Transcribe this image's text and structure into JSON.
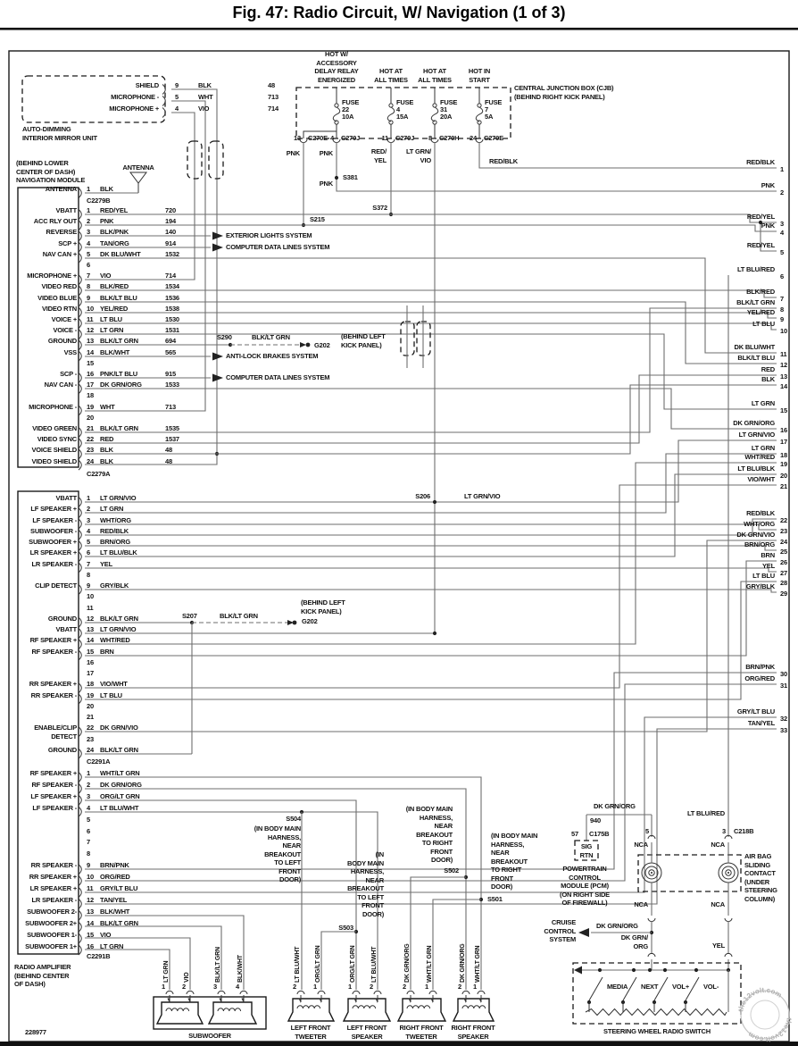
{
  "title": "Fig. 47: Radio Circuit, W/ Navigation (1 of 3)",
  "doc_number": "228977",
  "watermark": "the12volt.com",
  "mirror": {
    "label": "AUTO-DIMMING\nINTERIOR MIRROR UNIT",
    "pins": [
      {
        "label": "SHIELD",
        "pin": "9",
        "wire": "BLK",
        "circuit": "48"
      },
      {
        "label": "MICROPHONE -",
        "pin": "5",
        "wire": "WHT",
        "circuit": "713"
      },
      {
        "label": "MICROPHONE +",
        "pin": "4",
        "wire": "VIO",
        "circuit": "714"
      }
    ]
  },
  "antenna_label": "ANTENNA",
  "cjb": {
    "label": "CENTRAL JUNCTION BOX (CJB)\n(BEHIND RIGHT KICK PANEL)",
    "feeds": [
      {
        "header": "HOT W/\nACCESSORY\nDELAY RELAY\nENERGIZED",
        "fuse": "FUSE",
        "num": "22",
        "amps": "10A"
      },
      {
        "header": "HOT AT\nALL TIMES",
        "fuse": "FUSE",
        "num": "4",
        "amps": "15A"
      },
      {
        "header": "HOT AT\nALL TIMES",
        "fuse": "FUSE",
        "num": "31",
        "amps": "20A"
      },
      {
        "header": "HOT IN\nSTART",
        "fuse": "FUSE",
        "num": "7",
        "amps": "5A"
      }
    ],
    "connectors": [
      {
        "pin": "13",
        "name": "C270E",
        "wire": "PNK"
      },
      {
        "pin": "4",
        "name": "C270J",
        "wire": "PNK"
      },
      {
        "pin": "11",
        "name": "C270J",
        "wire": "RED/\nYEL"
      },
      {
        "pin": "8",
        "name": "C270H",
        "wire": "LT GRN/\nVIO"
      },
      {
        "pin": "24",
        "name": "C270E",
        "wire": "RED/BLK"
      }
    ],
    "s381": "S381",
    "s381_wire": "PNK",
    "s215": "S215",
    "s372": "S372"
  },
  "nav_module": {
    "location": "(BEHIND LOWER\nCENTER OF DASH)\nNAVIGATION MODULE",
    "antenna_pin": {
      "label": "ANTENNA",
      "pin": "1",
      "wire": "BLK"
    },
    "conn_top": "C2279B",
    "conn_bottom": "C2279A",
    "pins": [
      {
        "pin": "1",
        "label": "VBATT",
        "wire": "RED/YEL",
        "circuit": "720"
      },
      {
        "pin": "2",
        "label": "ACC RLY OUT",
        "wire": "PNK",
        "circuit": "194"
      },
      {
        "pin": "3",
        "label": "REVERSE",
        "wire": "BLK/PNK",
        "circuit": "140"
      },
      {
        "pin": "4",
        "label": "SCP +",
        "wire": "TAN/ORG",
        "circuit": "914"
      },
      {
        "pin": "5",
        "label": "NAV CAN +",
        "wire": "DK BLU/WHT",
        "circuit": "1532"
      },
      {
        "pin": "6"
      },
      {
        "pin": "7",
        "label": "MICROPHONE +",
        "wire": "VIO",
        "circuit": "714"
      },
      {
        "pin": "8",
        "label": "VIDEO RED",
        "wire": "BLK/RED",
        "circuit": "1534"
      },
      {
        "pin": "9",
        "label": "VIDEO BLUE",
        "wire": "BLK/LT BLU",
        "circuit": "1536"
      },
      {
        "pin": "10",
        "label": "VIDEO RTN",
        "wire": "YEL/RED",
        "circuit": "1538"
      },
      {
        "pin": "11",
        "label": "VOICE +",
        "wire": "LT BLU",
        "circuit": "1530"
      },
      {
        "pin": "12",
        "label": "VOICE -",
        "wire": "LT GRN",
        "circuit": "1531"
      },
      {
        "pin": "13",
        "label": "GROUND",
        "wire": "BLK/LT GRN",
        "circuit": "694"
      },
      {
        "pin": "14",
        "label": "VSS",
        "wire": "BLK/WHT",
        "circuit": "565"
      },
      {
        "pin": "15"
      },
      {
        "pin": "16",
        "label": "SCP -",
        "wire": "PNK/LT BLU",
        "circuit": "915"
      },
      {
        "pin": "17",
        "label": "NAV CAN -",
        "wire": "DK GRN/ORG",
        "circuit": "1533"
      },
      {
        "pin": "18"
      },
      {
        "pin": "19",
        "label": "MICROPHONE -",
        "wire": "WHT",
        "circuit": "713"
      },
      {
        "pin": "20"
      },
      {
        "pin": "21",
        "label": "VIDEO GREEN",
        "wire": "BLK/LT GRN",
        "circuit": "1535"
      },
      {
        "pin": "22",
        "label": "VIDEO SYNC",
        "wire": "RED",
        "circuit": "1537"
      },
      {
        "pin": "23",
        "label": "VOICE SHIELD",
        "wire": "BLK",
        "circuit": "48"
      },
      {
        "pin": "24",
        "label": "VIDEO SHIELD",
        "wire": "BLK",
        "circuit": "48"
      }
    ]
  },
  "systems": {
    "exterior": "EXTERIOR LIGHTS SYSTEM",
    "data_a": "COMPUTER DATA LINES SYSTEM",
    "abs": "ANTI-LOCK BRAKES SYSTEM",
    "data_b": "COMPUTER DATA LINES SYSTEM"
  },
  "g202_nav": {
    "splice": "S290",
    "wire": "BLK/LT GRN",
    "name": "G202",
    "location": "(BEHIND LEFT\nKICK PANEL)"
  },
  "g202_amp": {
    "splice": "S207",
    "wire": "BLK/LT GRN",
    "name": "G202",
    "location": "(BEHIND LEFT\nKICK PANEL)"
  },
  "s206": {
    "name": "S206",
    "wire": "LT GRN/VIO"
  },
  "amplifier": {
    "label": "RADIO AMPLIFIER\n(BEHIND CENTER\nOF DASH)",
    "conn_a": "C2291A",
    "conn_b": "C2291B",
    "pins_a": [
      {
        "pin": "1",
        "label": "VBATT",
        "wire": "LT GRN/VIO"
      },
      {
        "pin": "2",
        "label": "LF SPEAKER +",
        "wire": "LT GRN"
      },
      {
        "pin": "3",
        "label": "LF SPEAKER -",
        "wire": "WHT/ORG"
      },
      {
        "pin": "4",
        "label": "SUBWOOFER -",
        "wire": "RED/BLK"
      },
      {
        "pin": "5",
        "label": "SUBWOOFER +",
        "wire": "BRN/ORG"
      },
      {
        "pin": "6",
        "label": "LR SPEAKER +",
        "wire": "LT BLU/BLK"
      },
      {
        "pin": "7",
        "label": "LR SPEAKER -",
        "wire": "YEL"
      },
      {
        "pin": "8"
      },
      {
        "pin": "9",
        "label": "CLIP DETECT",
        "wire": "GRY/BLK"
      },
      {
        "pin": "10"
      },
      {
        "pin": "11"
      },
      {
        "pin": "12",
        "label": "GROUND",
        "wire": "BLK/LT GRN"
      },
      {
        "pin": "13",
        "label": "VBATT",
        "wire": "LT GRN/VIO"
      },
      {
        "pin": "14",
        "label": "RF SPEAKER +",
        "wire": "WHT/RED"
      },
      {
        "pin": "15",
        "label": "RF SPEAKER -",
        "wire": "BRN"
      },
      {
        "pin": "16"
      },
      {
        "pin": "17"
      },
      {
        "pin": "18",
        "label": "RR SPEAKER +",
        "wire": "VIO/WHT"
      },
      {
        "pin": "19",
        "label": "RR SPEAKER -",
        "wire": "LT BLU"
      },
      {
        "pin": "20"
      },
      {
        "pin": "21"
      },
      {
        "pin": "22",
        "label": "ENABLE/CLIP\nDETECT",
        "wire": "DK GRN/VIO"
      },
      {
        "pin": "23"
      },
      {
        "pin": "24",
        "label": "GROUND",
        "wire": "BLK/LT GRN"
      }
    ],
    "pins_b": [
      {
        "pin": "1",
        "label": "RF SPEAKER +",
        "wire": "WHT/LT GRN"
      },
      {
        "pin": "2",
        "label": "RF SPEAKER -",
        "wire": "DK GRN/ORG"
      },
      {
        "pin": "3",
        "label": "LF SPEAKER +",
        "wire": "ORG/LT GRN"
      },
      {
        "pin": "4",
        "label": "LF SPEAKER -",
        "wire": "LT BLU/WHT"
      },
      {
        "pin": "5"
      },
      {
        "pin": "6"
      },
      {
        "pin": "7"
      },
      {
        "pin": "8"
      },
      {
        "pin": "9",
        "label": "RR SPEAKER -",
        "wire": "BRN/PNK"
      },
      {
        "pin": "10",
        "label": "RR SPEAKER +",
        "wire": "ORG/RED"
      },
      {
        "pin": "11",
        "label": "LR SPEAKER +",
        "wire": "GRY/LT BLU"
      },
      {
        "pin": "12",
        "label": "LR SPEAKER -",
        "wire": "TAN/YEL"
      },
      {
        "pin": "13",
        "label": "SUBWOOFER 2-",
        "wire": "BLK/WHT"
      },
      {
        "pin": "14",
        "label": "SUBWOOFER 2+",
        "wire": "BLK/LT GRN"
      },
      {
        "pin": "15",
        "label": "SUBWOOFER 1-",
        "wire": "VIO"
      },
      {
        "pin": "16",
        "label": "SUBWOOFER 1+",
        "wire": "LT GRN"
      }
    ]
  },
  "right_edge": [
    {
      "n": "1",
      "wire": "RED/BLK"
    },
    {
      "n": "2",
      "wire": "PNK"
    },
    {
      "n": "3",
      "wire": "RED/YEL"
    },
    {
      "n": "4",
      "wire": "PNK"
    },
    {
      "n": "5",
      "wire": "RED/YEL"
    },
    {
      "n": "6",
      "wire": "LT BLU/RED"
    },
    {
      "n": "7",
      "wire": "BLK/RED"
    },
    {
      "n": "8",
      "wire": "BLK/LT GRN"
    },
    {
      "n": "9",
      "wire": "YEL/RED"
    },
    {
      "n": "10",
      "wire": "LT BLU"
    },
    {
      "n": "11",
      "wire": "DK BLU/WHT"
    },
    {
      "n": "12",
      "wire": "BLK/LT BLU"
    },
    {
      "n": "13",
      "wire": "RED"
    },
    {
      "n": "14",
      "wire": "BLK"
    },
    {
      "n": "15",
      "wire": "LT GRN"
    },
    {
      "n": "16",
      "wire": "DK GRN/ORG"
    },
    {
      "n": "17",
      "wire": "LT GRN/VIO"
    },
    {
      "n": "18",
      "wire": "LT GRN"
    },
    {
      "n": "19",
      "wire": "WHT/RED"
    },
    {
      "n": "20",
      "wire": "LT BLU/BLK"
    },
    {
      "n": "21",
      "wire": "VIO/WHT"
    },
    {
      "n": "22",
      "wire": "RED/BLK"
    },
    {
      "n": "23",
      "wire": "WHT/ORG"
    },
    {
      "n": "24",
      "wire": "DK GRN/VIO"
    },
    {
      "n": "25",
      "wire": "BRN/ORG"
    },
    {
      "n": "26",
      "wire": "BRN"
    },
    {
      "n": "27",
      "wire": "YEL"
    },
    {
      "n": "28",
      "wire": "LT BLU"
    },
    {
      "n": "29",
      "wire": "GRY/BLK"
    },
    {
      "n": "30",
      "wire": "BRN/PNK"
    },
    {
      "n": "31",
      "wire": "ORG/RED"
    },
    {
      "n": "32",
      "wire": "GRY/LT BLU"
    },
    {
      "n": "33",
      "wire": "TAN/YEL"
    }
  ],
  "body_splices": {
    "s504": {
      "name": "S504",
      "desc": "(IN BODY MAIN\nHARNESS,\nNEAR\nBREAKOUT\nTO LEFT\nFRONT\nDOOR)"
    },
    "s503": {
      "name": "S503",
      "desc": "(IN\nBODY MAIN\nHARNESS,\nNEAR\nBREAKOUT\nTO LEFT\nFRONT\nDOOR)"
    },
    "s502": {
      "name": "S502",
      "desc": "(IN BODY MAIN\nHARNESS,\nNEAR\nBREAKOUT\nTO RIGHT\nFRONT\nDOOR)"
    },
    "s501": {
      "name": "S501",
      "desc": "(IN BODY MAIN\nHARNESS,\nNEAR\nBREAKOUT\nTO RIGHT\nFRONT\nDOOR)"
    }
  },
  "pcm": {
    "wire": "DK GRN/ORG",
    "circuit": "940",
    "pin": "57",
    "conn": "C175B",
    "sig": "SIG\nRTN",
    "label": "POWERTRAIN\nCONTROL\nMODULE (PCM)\n(ON RIGHT SIDE\nOF FIREWALL)"
  },
  "airbag": {
    "label": "AIR BAG\nSLIDING\nCONTACT\n(UNDER\nSTEERING\nCOLUMN)",
    "pin_left": "5",
    "pin_right": "3",
    "conn": "C218B",
    "nca": "NCA",
    "wire_right": "LT BLU/RED",
    "wire_left_bottom": "DK GRN/\nORG",
    "wire_right_bottom": "YEL"
  },
  "cruise": {
    "label": "CRUISE\nCONTROL\nSYSTEM",
    "wire": "DK GRN/ORG"
  },
  "steering_switch": {
    "label": "STEERING WHEEL RADIO SWITCH",
    "buttons": [
      "MEDIA",
      "NEXT",
      "VOL+",
      "VOL-"
    ]
  },
  "speakers": {
    "subwoofer": {
      "caption": "SUBWOOFER",
      "pins": [
        {
          "pin": "1",
          "wire": "LT GRN"
        },
        {
          "pin": "2",
          "wire": "VIO"
        },
        {
          "pin": "3",
          "wire": "BLK/LT GRN"
        },
        {
          "pin": "4",
          "wire": "BLK/WHT"
        }
      ]
    },
    "lf_tweeter": {
      "caption": "LEFT FRONT\nTWEETER",
      "pins": [
        {
          "pin": "2",
          "wire": "LT BLU/WHT"
        },
        {
          "pin": "1",
          "wire": "ORG/LT GRN"
        }
      ]
    },
    "lf_speaker": {
      "caption": "LEFT FRONT\nSPEAKER",
      "pins": [
        {
          "pin": "1",
          "wire": "ORG/LT GRN"
        },
        {
          "pin": "2",
          "wire": "LT BLU/WHT"
        }
      ]
    },
    "rf_tweeter": {
      "caption": "RIGHT FRONT\nTWEETER",
      "pins": [
        {
          "pin": "2",
          "wire": "DK GRN/ORG"
        },
        {
          "pin": "1",
          "wire": "WHT/LT GRN"
        }
      ]
    },
    "rf_speaker": {
      "caption": "RIGHT FRONT\nSPEAKER",
      "pins": [
        {
          "pin": "2",
          "wire": "DK GRN/ORG"
        },
        {
          "pin": "1",
          "wire": "WHT/LT GRN"
        }
      ]
    }
  }
}
